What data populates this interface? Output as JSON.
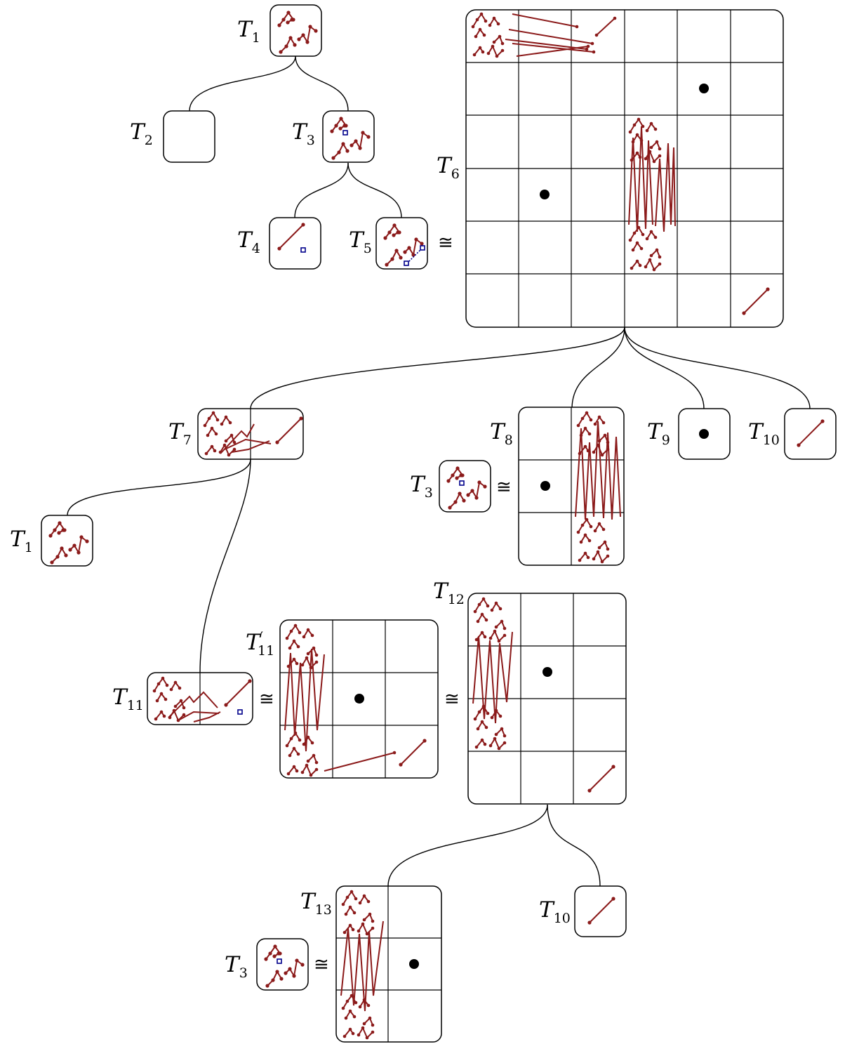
{
  "symbols": {
    "cong": "≅"
  },
  "colors": {
    "perm": "#8b1a1a",
    "marker": "#00008b",
    "frame": "#000000"
  },
  "nodes": [
    {
      "id": "n1",
      "label": "T",
      "sub": "1"
    },
    {
      "id": "n2",
      "label": "T",
      "sub": "2"
    },
    {
      "id": "n3",
      "label": "T",
      "sub": "3"
    },
    {
      "id": "n4",
      "label": "T",
      "sub": "4"
    },
    {
      "id": "n5",
      "label": "T",
      "sub": "5"
    },
    {
      "id": "n6",
      "label": "T",
      "sub": "6"
    },
    {
      "id": "n7",
      "label": "T",
      "sub": "7"
    },
    {
      "id": "n8",
      "label": "T",
      "sub": "8"
    },
    {
      "id": "n9",
      "label": "T",
      "sub": "9"
    },
    {
      "id": "n10",
      "label": "T",
      "sub": "10"
    },
    {
      "id": "n1b",
      "label": "T",
      "sub": "1"
    },
    {
      "id": "n3b",
      "label": "T",
      "sub": "3"
    },
    {
      "id": "n11",
      "label": "T",
      "sub": "11"
    },
    {
      "id": "n11p",
      "label": "T",
      "sub": "11",
      "prime": "′"
    },
    {
      "id": "n12",
      "label": "T",
      "sub": "12"
    },
    {
      "id": "n13",
      "label": "T",
      "sub": "13"
    },
    {
      "id": "n3c",
      "label": "T",
      "sub": "3"
    },
    {
      "id": "n10b",
      "label": "T",
      "sub": "10"
    }
  ]
}
